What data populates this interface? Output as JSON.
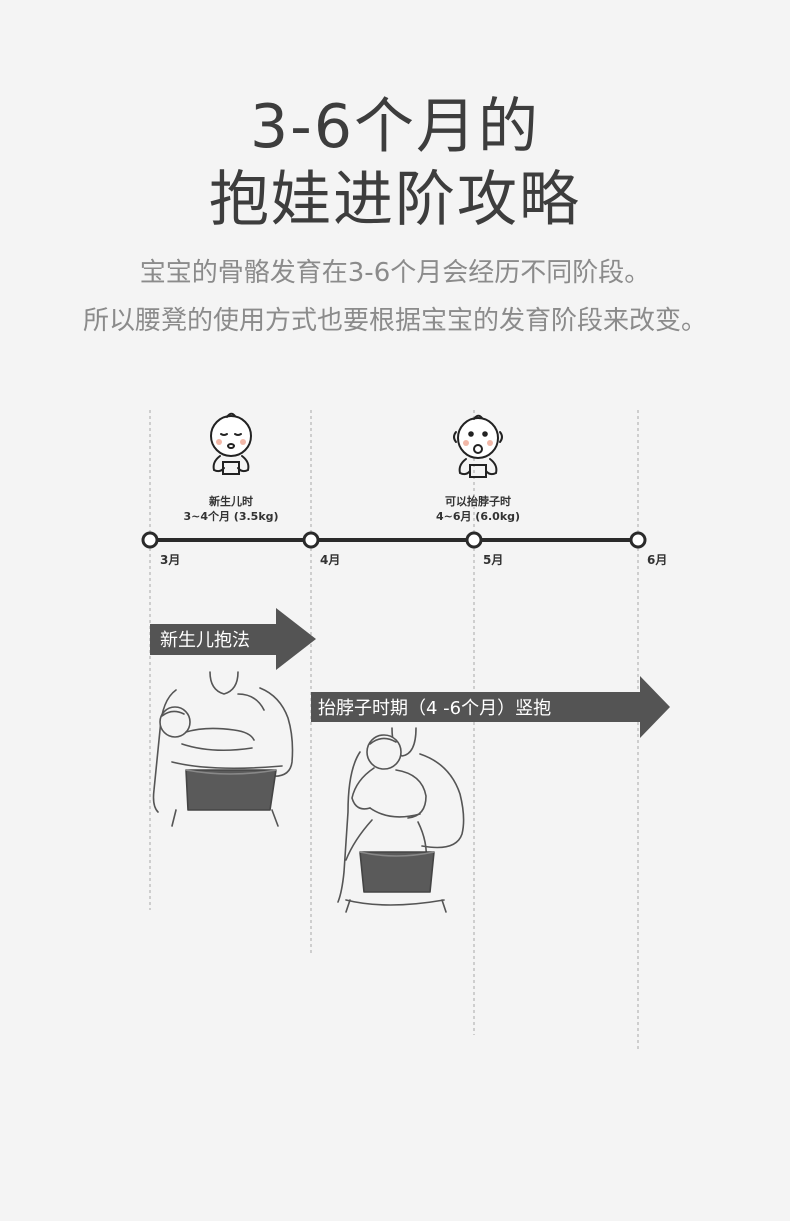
{
  "heading": {
    "line1": "3-6个月的",
    "line2": "抱娃进阶攻略"
  },
  "description": {
    "line1": "宝宝的骨骼发育在3-6个月会经历不同阶段。",
    "line2": "所以腰凳的使用方式也要根据宝宝的发育阶段来改变。"
  },
  "timeline": {
    "stage1": {
      "title": "新生儿时",
      "detail": "3~4个月 (3.5kg)"
    },
    "stage2": {
      "title": "可以抬脖子时",
      "detail": "4~6月 (6.0kg)"
    },
    "months": [
      "3月",
      "4月",
      "5月",
      "6月"
    ]
  },
  "arrows": {
    "newborn": "新生儿抱法",
    "upright": "抬脖子时期（4 -6个月）竖抱"
  },
  "colors": {
    "background": "#f4f4f4",
    "arrow_fill": "#545454",
    "line": "#2a2a2a"
  }
}
